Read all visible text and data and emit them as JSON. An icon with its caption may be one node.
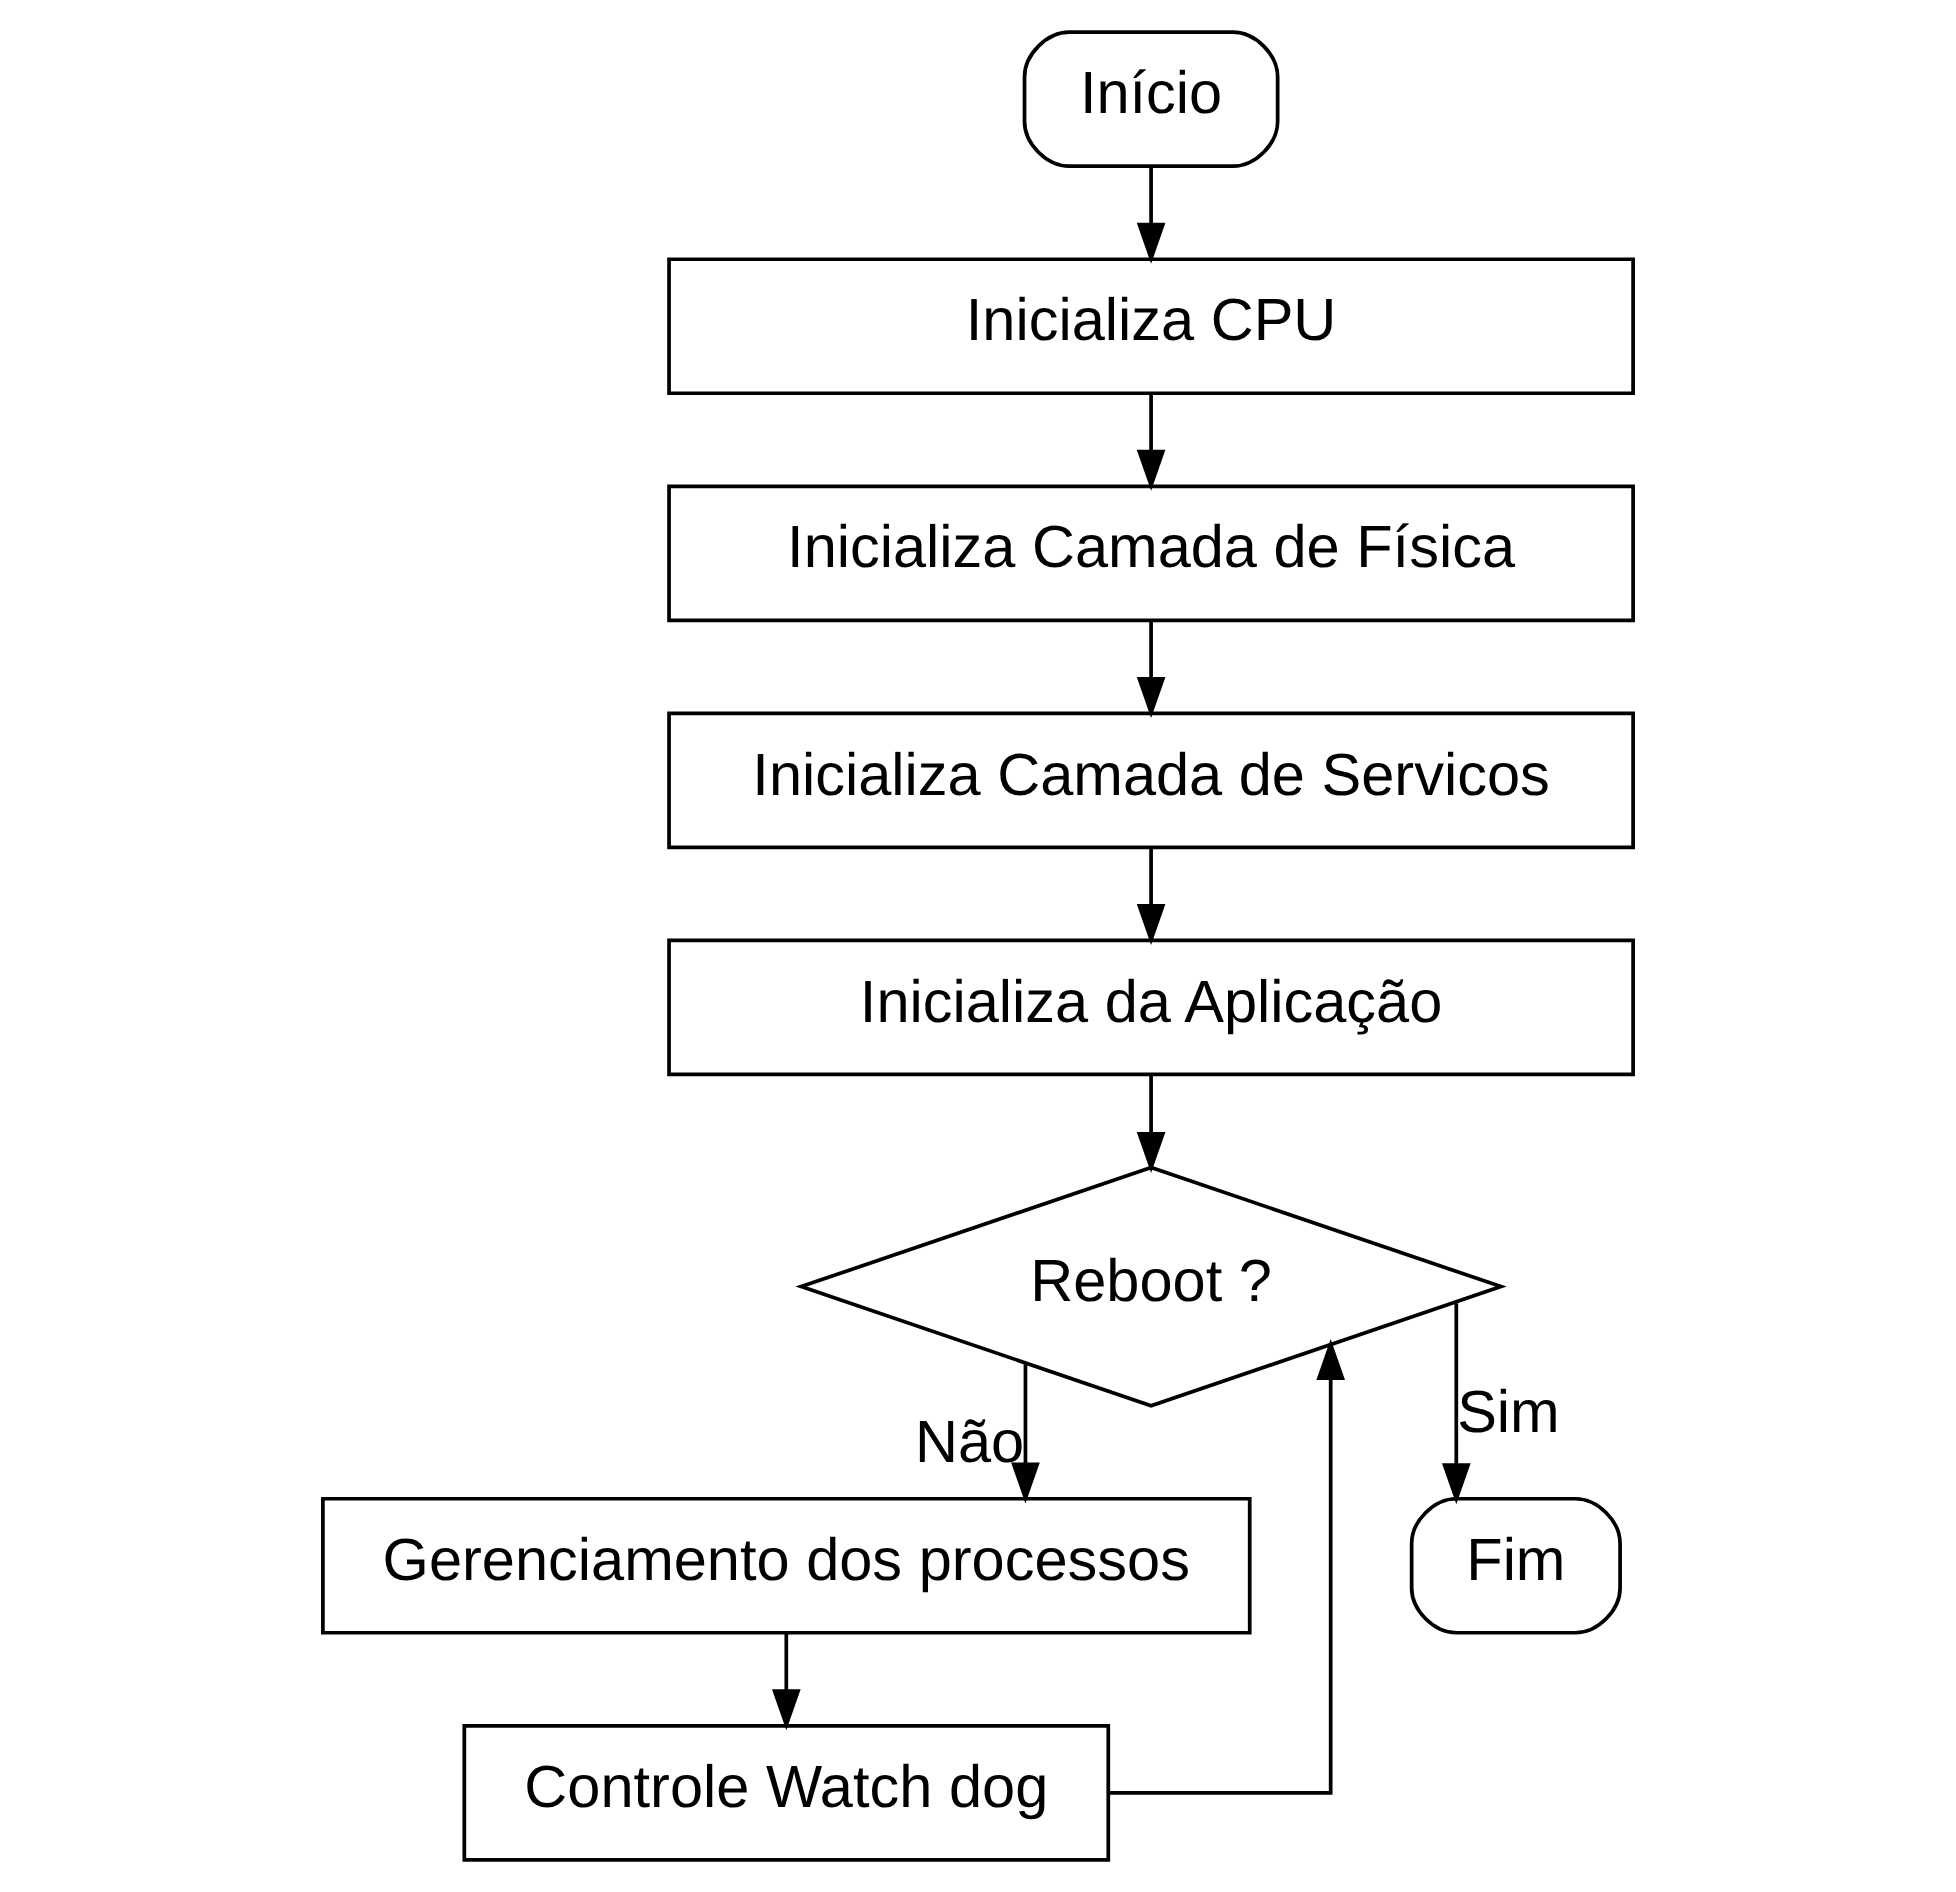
{
  "diagram": {
    "nodes": [
      {
        "text": [
          "Início"
        ]
      },
      {
        "text": [
          "Inicializa CPU"
        ]
      },
      {
        "text": [
          "Inicializa Camada de Física"
        ]
      },
      {
        "text": [
          "Inicializa Camada de Servicos"
        ]
      },
      {
        "text": [
          "Inicializa da Aplicação"
        ]
      },
      {
        "text": [
          "Reboot ?"
        ]
      },
      {
        "text": [
          "Gerenciamento dos processos"
        ]
      },
      {
        "text": [
          "Fim"
        ]
      },
      {
        "text": [
          "Controle Watch dog"
        ]
      }
    ],
    "edges": [
      {
        "from": 0,
        "to": 1,
        "arrow": "to"
      },
      {
        "from": 1,
        "to": 2,
        "arrow": "to"
      },
      {
        "from": 2,
        "to": 3,
        "arrow": "to"
      },
      {
        "from": 3,
        "to": 4,
        "arrow": "to"
      },
      {
        "from": 4,
        "to": 5,
        "arrow": "to"
      },
      {
        "from": 5,
        "to": 6,
        "arrow": "to",
        "label": "Não"
      },
      {
        "from": 5,
        "to": 7,
        "arrow": "to",
        "label": "Sim"
      },
      {
        "from": 6,
        "to": 8,
        "arrow": "to"
      },
      {
        "from": 8,
        "to": 5,
        "arrow": "to"
      }
    ]
  }
}
